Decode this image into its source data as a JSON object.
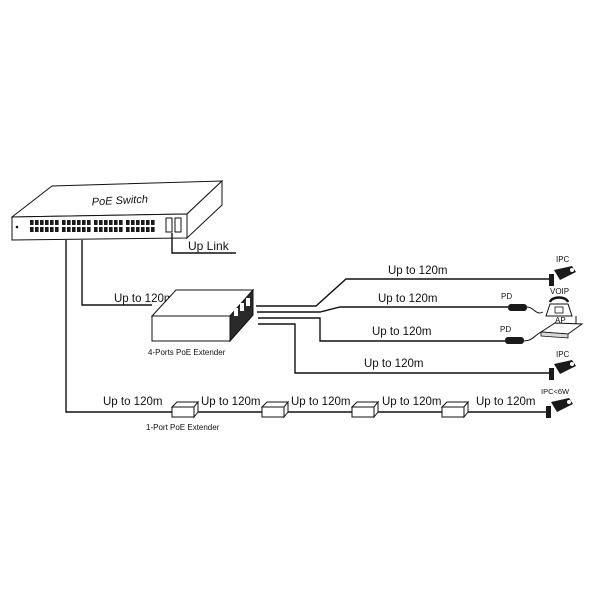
{
  "switch": {
    "title": "PoE Switch",
    "uplink_label": "Up Link"
  },
  "ext4": {
    "label": "4-Ports PoE Extender",
    "link_label": "Up to 120m"
  },
  "ext1": {
    "label": "1-Port PoE Extender"
  },
  "outputs": [
    {
      "distance": "Up to 120m",
      "device": "IPC"
    },
    {
      "distance": "Up to 120m",
      "adapter": "PD",
      "device": "VOIP"
    },
    {
      "distance": "Up to 120m",
      "adapter": "PD",
      "device": "AP"
    },
    {
      "distance": "Up to 120m",
      "device": "IPC"
    }
  ],
  "chain": {
    "segments": [
      "Up to 120m",
      "Up to 120m",
      "Up to 120m",
      "Up to 120m",
      "Up to 120m"
    ],
    "device": "IPC<6W"
  }
}
